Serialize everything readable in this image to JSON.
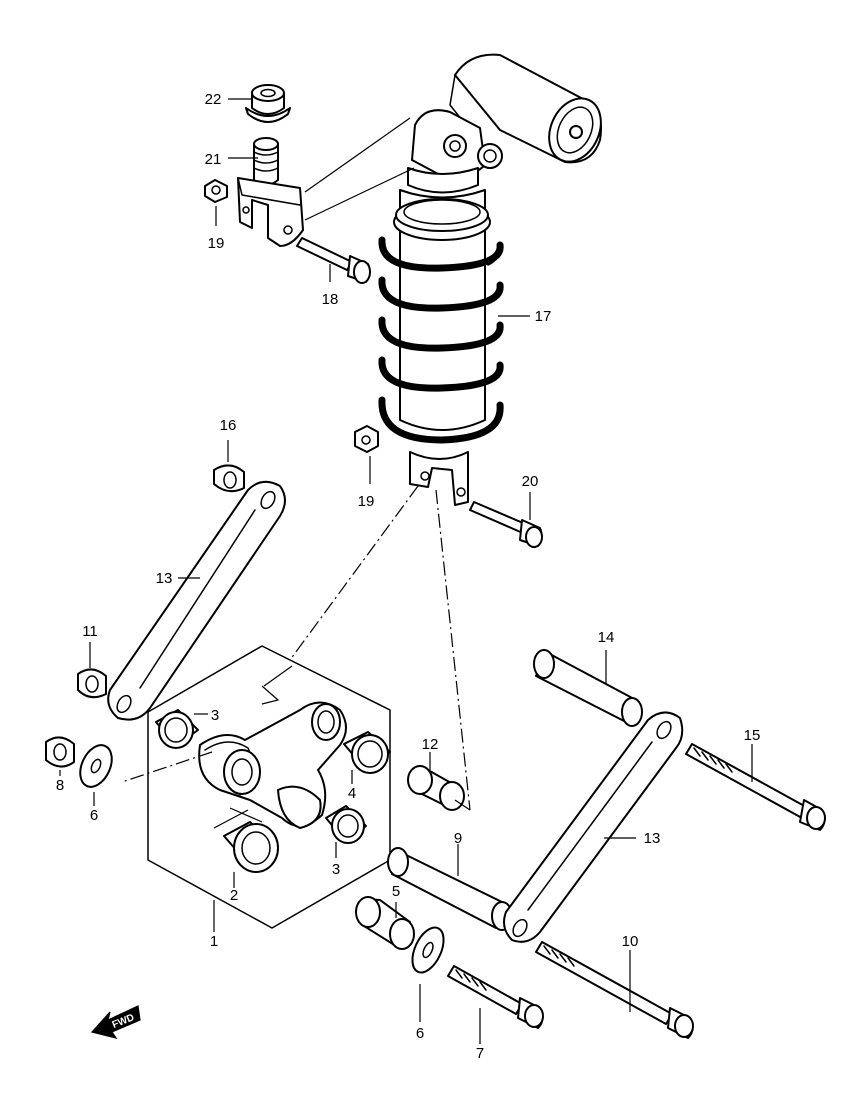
{
  "callouts": {
    "p1": "1",
    "p2": "2",
    "p3a": "3",
    "p3b": "3",
    "p4": "4",
    "p5": "5",
    "p6a": "6",
    "p6b": "6",
    "p7": "7",
    "p8": "8",
    "p9": "9",
    "p10": "10",
    "p11": "11",
    "p12": "12",
    "p13a": "13",
    "p13b": "13",
    "p14": "14",
    "p15": "15",
    "p16": "16",
    "p17": "17",
    "p18": "18",
    "p19a": "19",
    "p19b": "19",
    "p20": "20",
    "p21": "21",
    "p22": "22"
  },
  "fwd_label": "FWD"
}
